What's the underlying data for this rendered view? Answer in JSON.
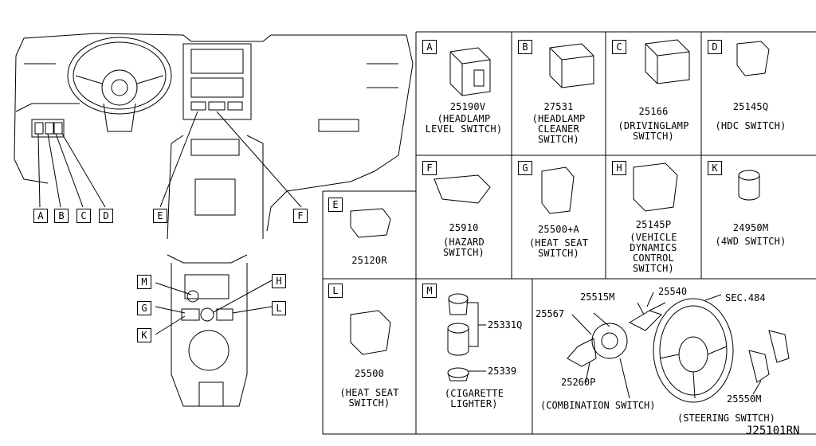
{
  "callouts": [
    "A",
    "B",
    "C",
    "D",
    "E",
    "F",
    "G",
    "H",
    "K",
    "L",
    "M"
  ],
  "panels": {
    "A": {
      "letter": "A",
      "part": "25190V",
      "desc": "(HEADLAMP\nLEVEL SWITCH)"
    },
    "B": {
      "letter": "B",
      "part": "27531",
      "desc": "(HEADLAMP\nCLEANER\nSWITCH)"
    },
    "C": {
      "letter": "C",
      "part": "25166",
      "desc": "(DRIVINGLAMP\nSWITCH)"
    },
    "D": {
      "letter": "D",
      "part": "25145Q",
      "desc": "(HDC SWITCH)"
    },
    "E": {
      "letter": "E",
      "part": "25120R",
      "desc": ""
    },
    "F": {
      "letter": "F",
      "part": "25910",
      "desc": "(HAZARD\nSWITCH)"
    },
    "G": {
      "letter": "G",
      "part": "25500+A",
      "desc": "(HEAT SEAT\nSWITCH)"
    },
    "H": {
      "letter": "H",
      "part": "25145P",
      "desc": "(VEHICLE\nDYNAMICS\nCONTROL\nSWITCH)"
    },
    "K": {
      "letter": "K",
      "part": "24950M",
      "desc": "(4WD SWITCH)"
    },
    "L": {
      "letter": "L",
      "part": "25500",
      "desc": "(HEAT SEAT\nSWITCH)"
    },
    "M": {
      "letter": "M",
      "parts": [
        "25331Q",
        "25339"
      ],
      "desc": "(CIGARETTE\nLIGHTER)"
    }
  },
  "combination": {
    "parts": [
      "25515M",
      "25540",
      "25567",
      "25260P"
    ],
    "desc": "(COMBINATION SWITCH)"
  },
  "steering": {
    "parts": [
      "SEC.484",
      "25550M"
    ],
    "desc": "(STEERING SWITCH)"
  },
  "diagram_id": "J25101RN"
}
